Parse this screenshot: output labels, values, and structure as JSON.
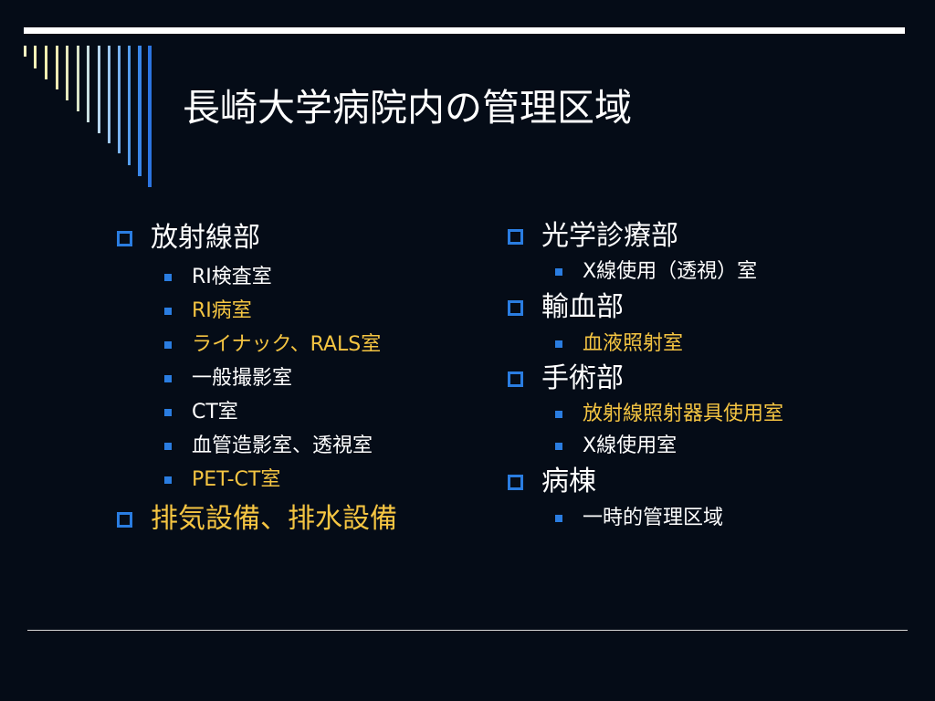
{
  "title": "長崎大学病院内の管理区域",
  "colors": {
    "background": "#050c17",
    "text": "#ffffff",
    "highlight": "#f5c542",
    "bullet": "#2a7de1"
  },
  "icons": {
    "level1": "hollow-square-bullet-icon",
    "level2": "filled-square-bullet-icon"
  },
  "left": {
    "section1": {
      "label": "放射線部",
      "items": [
        "RI検査室",
        "RI病室",
        "ライナック、RALS室",
        "一般撮影室",
        "CT室",
        "血管造影室、透視室",
        "PET-CT室"
      ]
    },
    "section2": {
      "label": "排気設備、排水設備"
    }
  },
  "right": {
    "section1": {
      "label": "光学診療部",
      "items": [
        "X線使用（透視）室"
      ]
    },
    "section2": {
      "label": "輸血部",
      "items": [
        "血液照射室"
      ]
    },
    "section3": {
      "label": "手術部",
      "items": [
        "放射線照射器具使用室",
        "X線使用室"
      ]
    },
    "section4": {
      "label": "病棟",
      "items": [
        "一時的管理区域"
      ]
    }
  }
}
